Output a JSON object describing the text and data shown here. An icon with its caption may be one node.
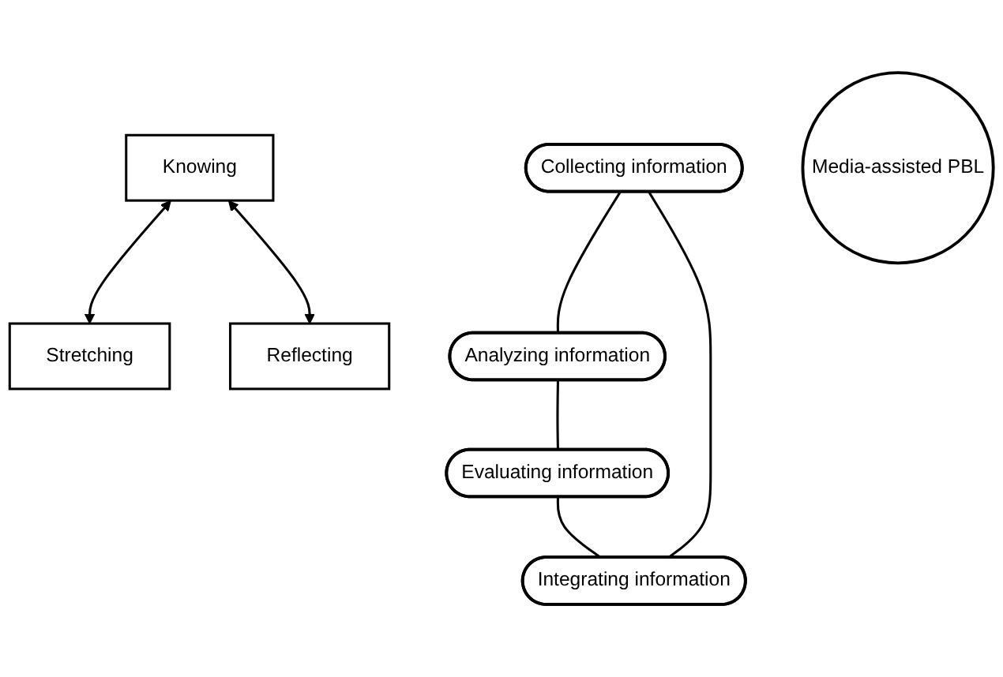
{
  "diagram": {
    "nodes": [
      {
        "text": [
          "Knowing"
        ]
      },
      {
        "text": [
          "Collecting information"
        ]
      },
      {
        "text": [
          "Integrating information"
        ]
      },
      {
        "text": [
          "Media-assisted PBL"
        ]
      },
      {
        "text": [
          "Analyzing information"
        ]
      },
      {
        "text": [
          "Evaluating information"
        ]
      },
      {
        "text": [
          "Stretching"
        ]
      },
      {
        "text": [
          "Reflecting"
        ]
      }
    ],
    "edges": [
      {
        "from": 0,
        "to": 6,
        "arrow": "both"
      },
      {
        "from": 0,
        "to": 7,
        "arrow": "both"
      },
      {
        "from": 1,
        "to": 4,
        "arrow": "none"
      },
      {
        "from": 4,
        "to": 5,
        "arrow": "none"
      },
      {
        "from": 5,
        "to": 2,
        "arrow": "none"
      },
      {
        "from": 2,
        "to": 1,
        "arrow": "none"
      }
    ]
  }
}
